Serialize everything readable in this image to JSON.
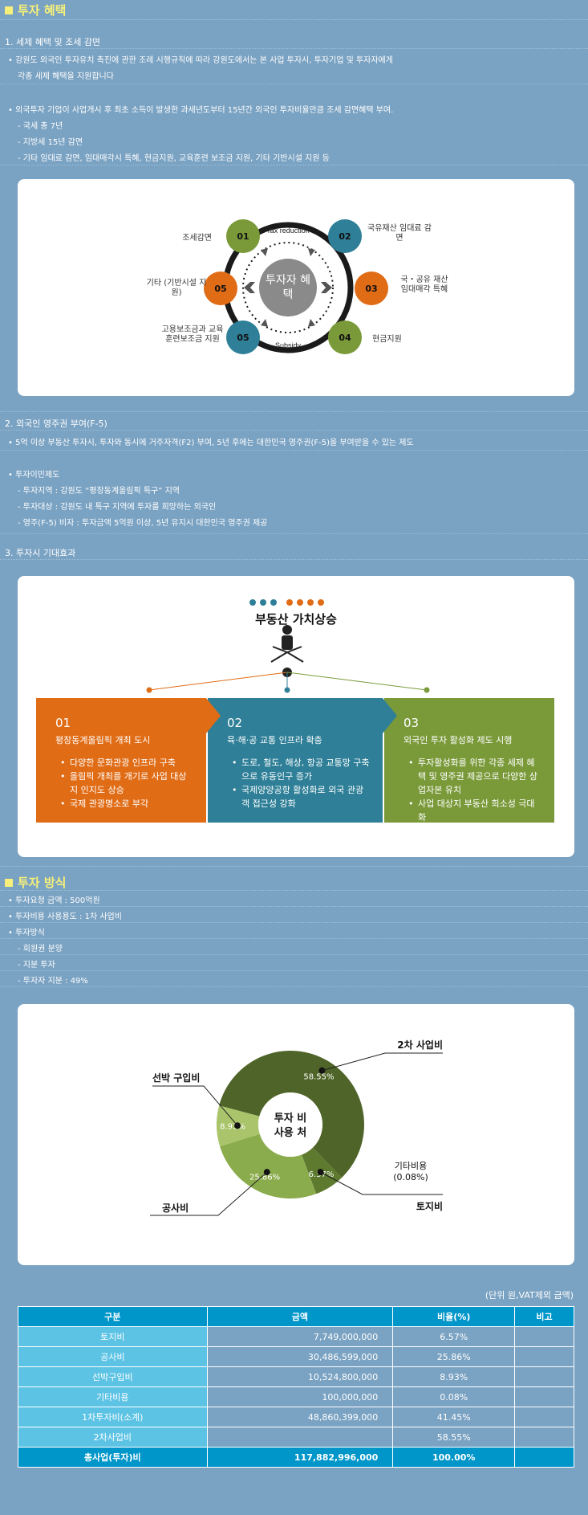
{
  "section1": {
    "title": "투자 혜택",
    "sub1": "1. 세제 혜택 및 조세 감면",
    "sub1_line1": "• 강원도 외국인 투자유치 촉진에 관한 조례 시행규칙에 따라 강원도에서는 본 사업 투자시, 투자기업 및 투자자에게",
    "sub1_line2": "각종 세제 혜택을 지원합니다",
    "sub1_line3": "• 외국투자 기업이 사업개시 후 최초 소득이 발생한 과세년도부터 15년간 외국인 투자비율만큼 조세 감면혜택 부여.",
    "sub1_items": [
      "- 국세 총 7년",
      "- 지방세 15년 감면",
      "- 기타 임대료 감면, 임대매각시 특혜, 현금지원, 교육훈련 보조금 지원, 기타 기반시설 지원 등"
    ]
  },
  "cycle": {
    "center": "투자자 혜택",
    "top_label": "Tax reduction",
    "bottom_label": "Subsidy",
    "items": [
      {
        "num": "01",
        "label": "조세감면",
        "color": "#7a9a3a"
      },
      {
        "num": "02",
        "label": "국유재산 임대료 감면",
        "color": "#2e7f97"
      },
      {
        "num": "03",
        "label": "국・공유 재산 임대매각 특혜",
        "color": "#e06c16"
      },
      {
        "num": "04",
        "label": "현금지원",
        "color": "#7a9a3a"
      },
      {
        "num": "05",
        "label": "고용보조금과 교육훈련보조금 지원",
        "color": "#2e7f97"
      },
      {
        "num": "05",
        "label": "기타 (기반시설 지원)",
        "color": "#e06c16"
      }
    ]
  },
  "section2": {
    "sub": "2. 외국인 영주권 부여(F-5)",
    "line1": "• 5억 이상 부동산 투자시, 투자와 동시에 거주자격(F2) 부여, 5년 후에는 대한민국 영주권(F-5)을 부여받을 수 있는 제도",
    "line2": "• 투자이민제도",
    "items": [
      "- 투자지역 : 강원도 “평창동계올림픽 특구” 지역",
      "- 투자대상 : 강원도 내 특구 지역에 투자를 희망하는 외국인",
      "- 영주(F-5) 비자 : 투자금액 5억원 이상, 5년 유지시 대한민국 영주권 제공"
    ],
    "sub3": "3. 투자시 기대효과"
  },
  "effects": {
    "title": "부동산 가치상승",
    "boxes": [
      {
        "num": "01",
        "title": "평창동계올림픽 개최 도시",
        "color": "#e06c16",
        "items": [
          "다양한 문화관광 인프라 구축",
          "올림픽 개최를 개기로 사업 대상지 인지도 상승",
          "국제 관광명소로 부각"
        ]
      },
      {
        "num": "02",
        "title": "육·해·공 교통 인프라 확충",
        "color": "#2e7f97",
        "items": [
          "도로, 철도, 해상, 항공 교통망 구축으로 유동인구 증가",
          "국제양양공항 활성화로 외국 관광객 접근성 강화"
        ]
      },
      {
        "num": "03",
        "title": "외국인 투자 활성화 제도 시행",
        "color": "#7a9a3a",
        "items": [
          "투자활성화를 위한 각종 세제 혜택 및 영주권 제공으로 다양한 상업자본 유치",
          "사업 대상지 부동산 희소성 극대화"
        ]
      }
    ]
  },
  "section4": {
    "title": "투자 방식",
    "lines": [
      "• 투자요청 금액 : 500억원",
      "• 투자비용 사용용도 : 1차 사업비",
      "• 투자방식"
    ],
    "items": [
      "- 회원권 분양",
      "- 지분 투자",
      "- 투자자 지분 : 49%"
    ]
  },
  "chart_data": {
    "type": "pie",
    "center_label": "투자 비 사용 처",
    "slices": [
      {
        "name": "2차 사업비",
        "value": 58.55,
        "label": "58.55%",
        "color": "#4f6428"
      },
      {
        "name": "토지비",
        "value": 6.57,
        "label": "6.57%",
        "color": "#5d7a2e"
      },
      {
        "name": "기타비용",
        "value": 0.08,
        "label": "기타비용 (0.08%)",
        "color": "#6b8a34"
      },
      {
        "name": "공사비",
        "value": 25.86,
        "label": "25.86%",
        "color": "#8bac4c"
      },
      {
        "name": "선박 구입비",
        "value": 8.93,
        "label": "8.93%",
        "color": "#a9c46a"
      }
    ]
  },
  "table": {
    "unit_note": "(단위 원,VAT제외 금액)",
    "headers": [
      "구분",
      "금액",
      "비율(%)",
      "비고"
    ],
    "rows": [
      [
        "토지비",
        "7,749,000,000",
        "6.57%",
        ""
      ],
      [
        "공사비",
        "30,486,599,000",
        "25.86%",
        ""
      ],
      [
        "선박구입비",
        "10,524,800,000",
        "8.93%",
        ""
      ],
      [
        "기타비용",
        "100,000,000",
        "0.08%",
        ""
      ],
      [
        "1차투자비(소계)",
        "48,860,399,000",
        "41.45%",
        ""
      ],
      [
        "2차사업비",
        "",
        "58.55%",
        ""
      ]
    ],
    "total": [
      "총사업(투자)비",
      "117,882,996,000",
      "100.00%",
      ""
    ]
  }
}
